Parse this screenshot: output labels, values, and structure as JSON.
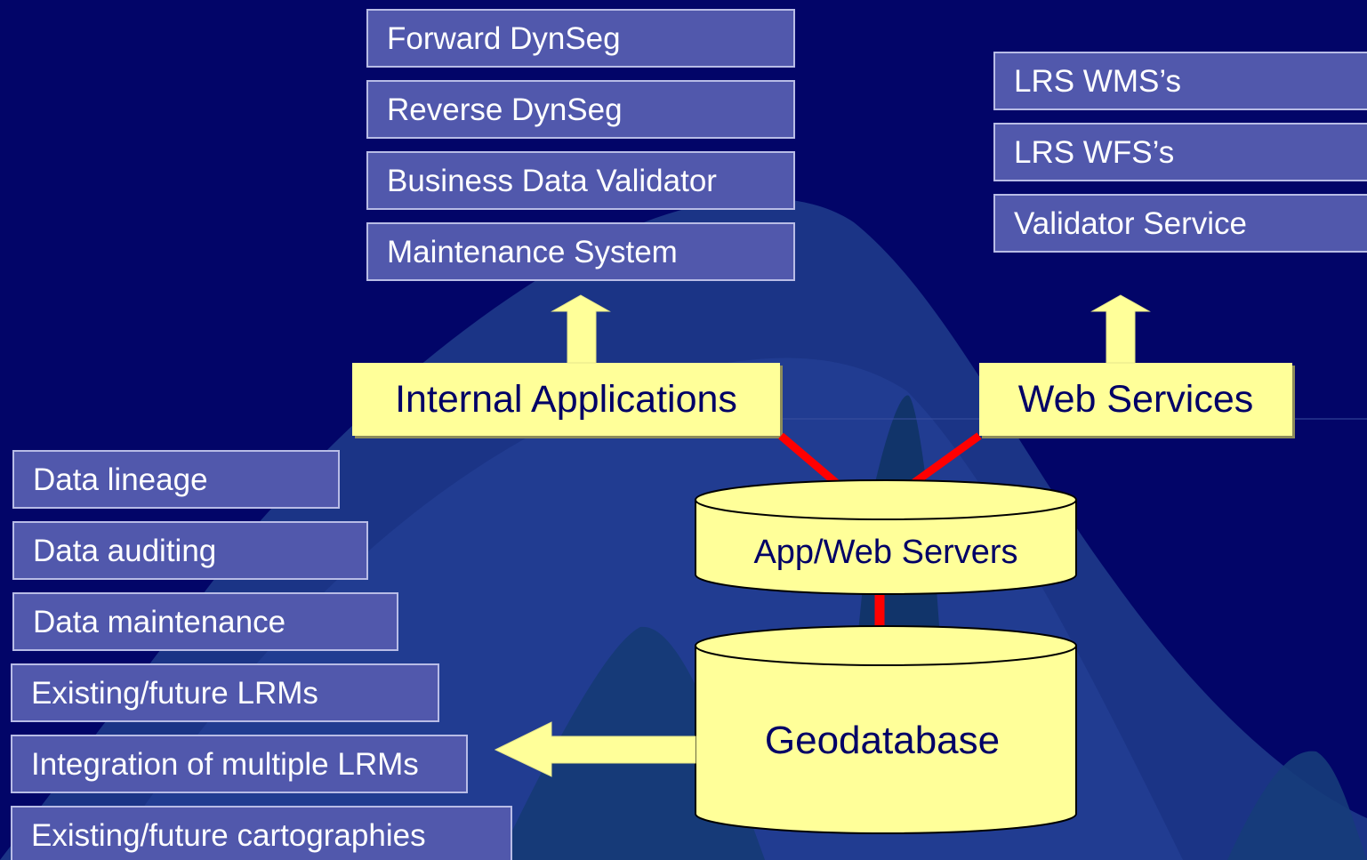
{
  "internal_apps": {
    "label": "Internal Applications",
    "items": [
      "Forward DynSeg",
      "Reverse DynSeg",
      "Business Data Validator",
      "Maintenance System"
    ]
  },
  "web_services": {
    "label": "Web Services",
    "items": [
      "LRS WMS’s",
      "LRS WFS’s",
      "Validator Service"
    ]
  },
  "servers": {
    "app_web": "App/Web Servers",
    "geodatabase": "Geodatabase"
  },
  "capabilities": {
    "items": [
      "Data lineage",
      "Data auditing",
      "Data maintenance",
      "Existing/future LRMs",
      "Integration of multiple LRMs",
      "Existing/future cartographies"
    ]
  },
  "colors": {
    "background": "#020568",
    "box_fill": "#5158ac",
    "callout_fill": "#ffff99",
    "connector": "#ff0000"
  }
}
